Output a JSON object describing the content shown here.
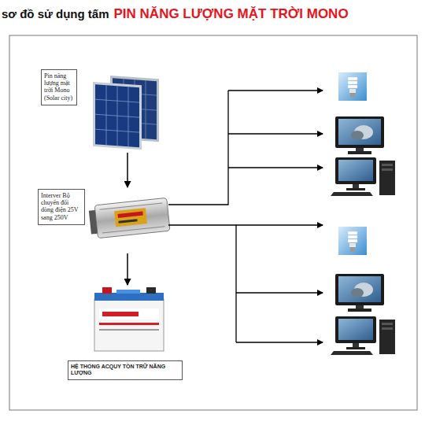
{
  "diagram": {
    "title": "PIN NĂNG LƯỢNG MẶT TRỜI MONO",
    "nodes": [
      {
        "text": [
          "Pin năng lượng mặt trời Mono (Solar city)"
        ]
      },
      {
        "text": [
          "Interver Bộ chuyển đổi dòng điện 25V sang 250V"
        ]
      },
      {
        "text": [
          "HỆ THỐNG ACQUY TỒN TRỮ NĂNG LƯỢNG"
        ]
      }
    ],
    "edges": [
      {
        "from": 0,
        "to": 1,
        "arrow": "to"
      },
      {
        "from": 1,
        "to": 2,
        "arrow": "to"
      }
    ],
    "labels": [
      "sơ đồ sử dụng tấm"
    ]
  }
}
